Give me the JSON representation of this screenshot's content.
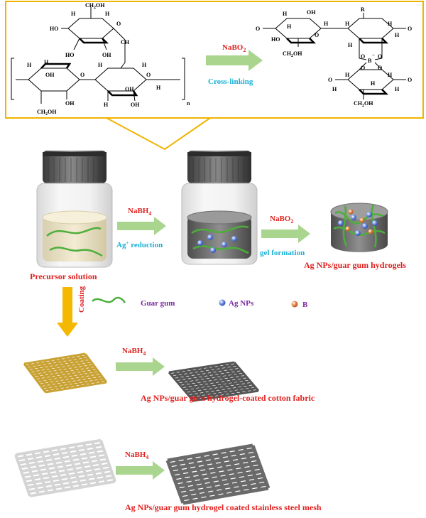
{
  "reaction": {
    "reagent_top": "NaBO",
    "reagent_top_sub": "2",
    "step_top": "Cross-linking",
    "left_group": "CH",
    "left_group_sub": "2",
    "left_group_tail": "OH",
    "n_label": "n",
    "borate_label": "B",
    "borate_charge": "−",
    "r_label": "R"
  },
  "steps": {
    "reduction_reagent": "NaBH",
    "reduction_reagent_sub": "4",
    "reduction_label_pre": "Ag",
    "reduction_label_sup": "+",
    "reduction_label_post": " reduction",
    "gel_reagent": "NaBO",
    "gel_reagent_sub": "2",
    "gel_label": "gel formation",
    "precursor_label": "Precursor solution",
    "hydrogel_label": "Ag NPs/guar gum hydrogels",
    "coating_label": "Coating"
  },
  "legend": {
    "guar_gum": "Guar gum",
    "ag_nps": "Ag NPs",
    "b": "B"
  },
  "fabric": {
    "reagent": "NaBH",
    "reagent_sub": "4",
    "caption": "Ag NPs/guar gum hydrogel-coated cotton fabric"
  },
  "mesh": {
    "reagent": "NaBH",
    "reagent_sub": "4",
    "caption": "Ag NPs/guar gum hydrogel coated stainless steel mesh"
  },
  "colors": {
    "frame": "#f0b400",
    "red_text": "#e0211f",
    "cyan_text": "#1ab0d6",
    "purple_text": "#7a2aa0",
    "arrow_green": "#a9d58e",
    "coating_arrow": "#f5b800",
    "guar_gum_line": "#4caf3a",
    "ag_np": "#6f8ee0",
    "b_atom": "#e8884a"
  }
}
